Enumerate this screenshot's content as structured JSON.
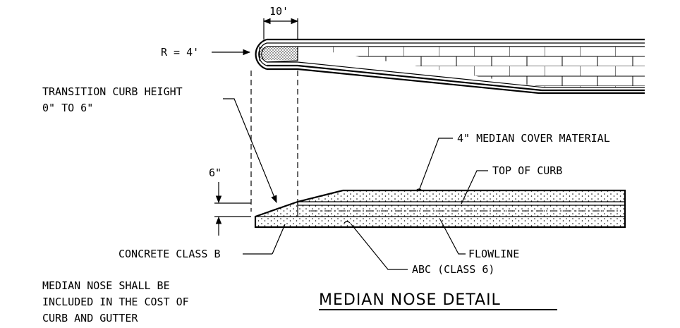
{
  "labels": {
    "dim_10": "10'",
    "radius": "R = 4'",
    "transition_1": "TRANSITION CURB HEIGHT",
    "transition_2": "0\" TO 6\"",
    "dim_6": "6\"",
    "cover_material": "4\" MEDIAN COVER MATERIAL",
    "top_of_curb": "TOP OF CURB",
    "concrete": "CONCRETE CLASS B",
    "flowline": "FLOWLINE",
    "abc": "ABC (CLASS 6)",
    "note_1": "MEDIAN NOSE SHALL BE",
    "note_2": "INCLUDED IN THE COST OF",
    "note_3": "CURB AND GUTTER",
    "title": "MEDIAN NOSE DETAIL"
  }
}
